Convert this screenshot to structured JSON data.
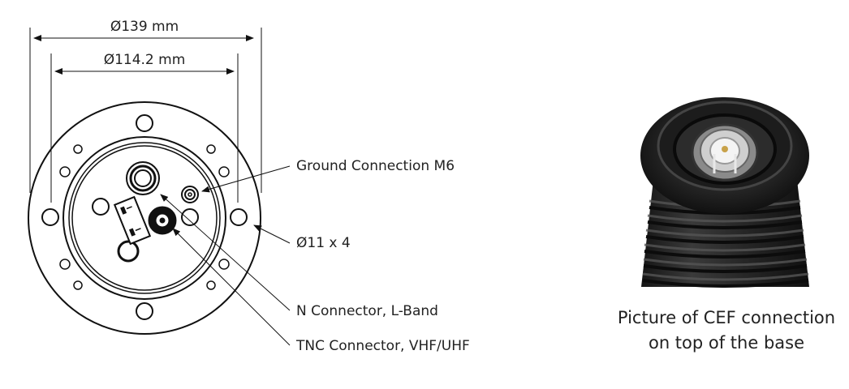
{
  "dimensions": {
    "outer_diameter": "Ø139 mm",
    "bolt_circle_diameter": "Ø114.2 mm"
  },
  "callouts": {
    "ground": "Ground Connection M6",
    "holes": "Ø11 x 4",
    "n_connector": "N Connector, L-Band",
    "tnc_connector": "TNC Connector, VHF/UHF"
  },
  "photo": {
    "caption_line1": "Picture of CEF connection",
    "caption_line2": "on top of the base"
  }
}
